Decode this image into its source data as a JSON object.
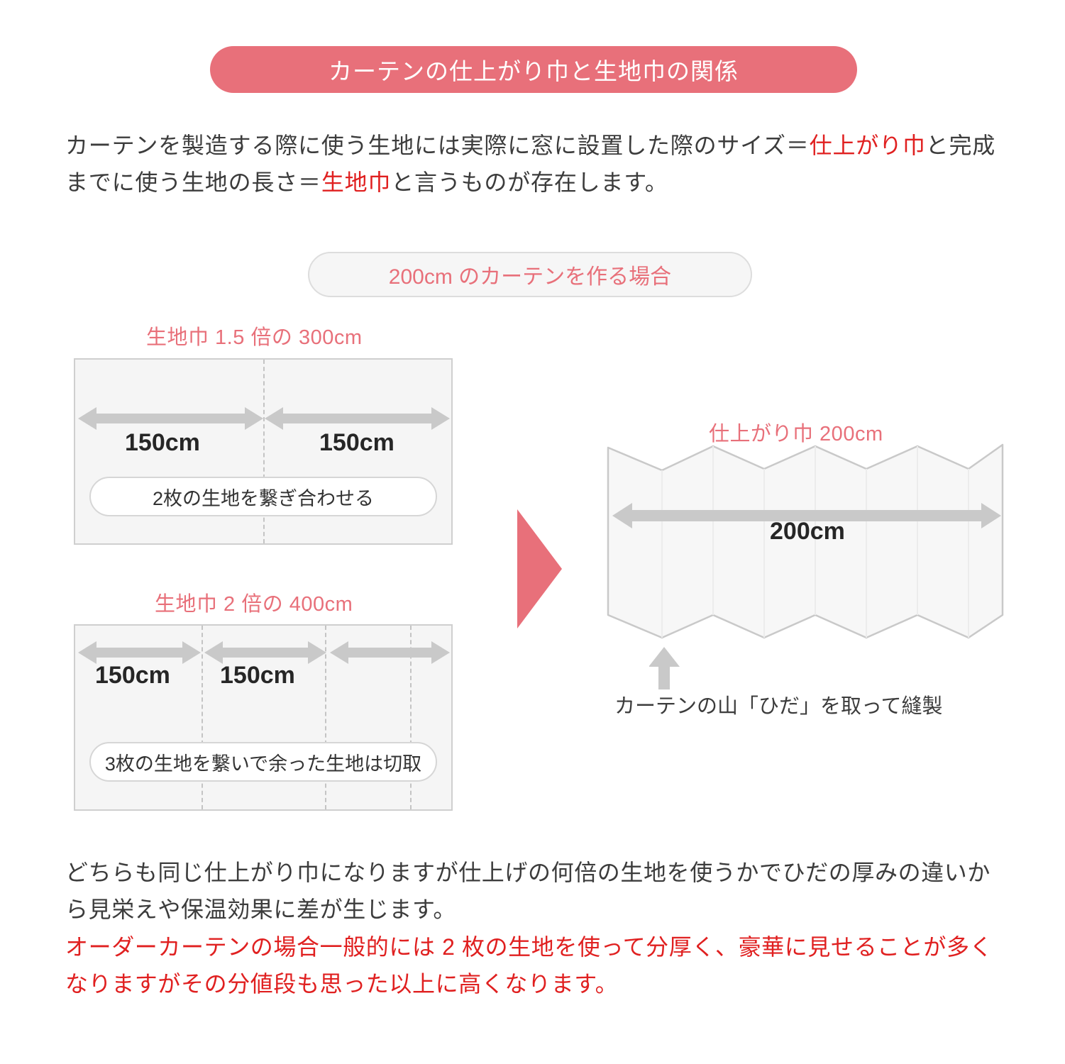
{
  "banner": {
    "title": "カーテンの仕上がり巾と生地巾の関係",
    "bg_color": "#e8707a",
    "text_color": "#ffffff"
  },
  "intro": {
    "line1": "カーテンを製造する際に使う生地には実際に窓に設置した際のサイズ＝",
    "highlight1": "仕上がり巾",
    "mid": "と完成までに使う生地の長さ＝",
    "highlight2": "生地巾",
    "tail": "と言うものが存在します。",
    "highlight_color": "#e02020"
  },
  "case_pill": {
    "label": "200cm のカーテンを作る場合",
    "text_color": "#e8707a"
  },
  "panels": [
    {
      "title": "生地巾 1.5 倍の 300cm",
      "title_color": "#e8707a",
      "segments": [
        "150cm",
        "150cm"
      ],
      "note": "2枚の生地を繋ぎ合わせる",
      "dashed_positions_pct": [
        50
      ]
    },
    {
      "title": "生地巾 2 倍の 400cm",
      "title_color": "#e8707a",
      "segments": [
        "150cm",
        "150cm"
      ],
      "note": "3枚の生地を繋いで余った生地は切取",
      "dashed_positions_pct": [
        33.5,
        66.5,
        89
      ]
    }
  ],
  "flow_arrow": {
    "icon": "triangle-right-icon",
    "color": "#e8707a"
  },
  "result": {
    "title": "仕上がり巾 200cm",
    "title_color": "#e8707a",
    "dimension": "200cm",
    "caption": "カーテンの山「ひだ」を取って縫製",
    "pointer_icon": "arrow-up-icon"
  },
  "outro": {
    "gray_text": "どちらも同じ仕上がり巾になりますが仕上げの何倍の生地を使うかでひだの厚みの違いから見栄えや保温効果に差が生じます。",
    "red_text": "オーダーカーテンの場合一般的には 2 枚の生地を使って分厚く、豪華に見せることが多くなりますがその分値段も思った以上に高くなります。",
    "red_color": "#e02020"
  }
}
